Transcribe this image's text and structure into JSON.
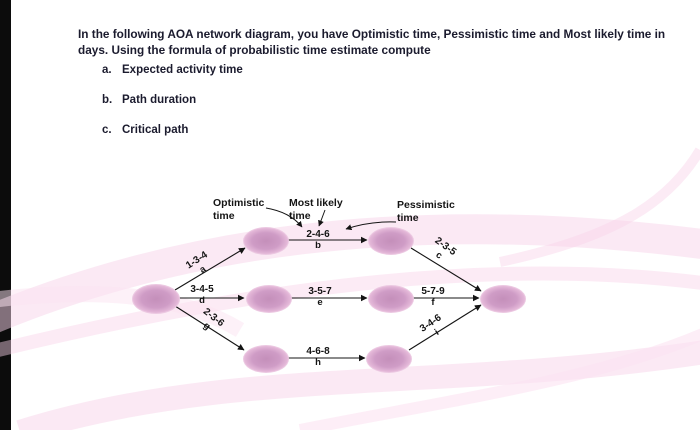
{
  "intro": {
    "text": "In the following AOA network diagram, you have Optimistic time, Pessimistic time and Most likely time in days. Using the formula of probabilistic time estimate compute"
  },
  "list": [
    {
      "marker": "a.",
      "text": "Expected activity time"
    },
    {
      "marker": "b.",
      "text": "Path duration"
    },
    {
      "marker": "c.",
      "text": "Critical path"
    }
  ],
  "diagram": {
    "annotations": {
      "optimistic": "Optimistic time",
      "most_likely": "Most likely time",
      "pessimistic": "Pessimistic time"
    },
    "edges": [
      {
        "activity": "a",
        "time": "1-3-4"
      },
      {
        "activity": "b",
        "time": "2-4-6"
      },
      {
        "activity": "c",
        "time": "2-3-5"
      },
      {
        "activity": "d",
        "time": "3-4-5"
      },
      {
        "activity": "e",
        "time": "3-5-7"
      },
      {
        "activity": "f",
        "time": "5-7-9"
      },
      {
        "activity": "g",
        "time": "2-3-6"
      },
      {
        "activity": "h",
        "time": "4-6-8"
      },
      {
        "activity": "i",
        "time": "3-4-6"
      }
    ],
    "colors": {
      "node_fill": "#cf9cc6",
      "node_edge": "#ecc9e2",
      "swirl": "#f8d3e9",
      "text": "#1b1b2e"
    }
  }
}
